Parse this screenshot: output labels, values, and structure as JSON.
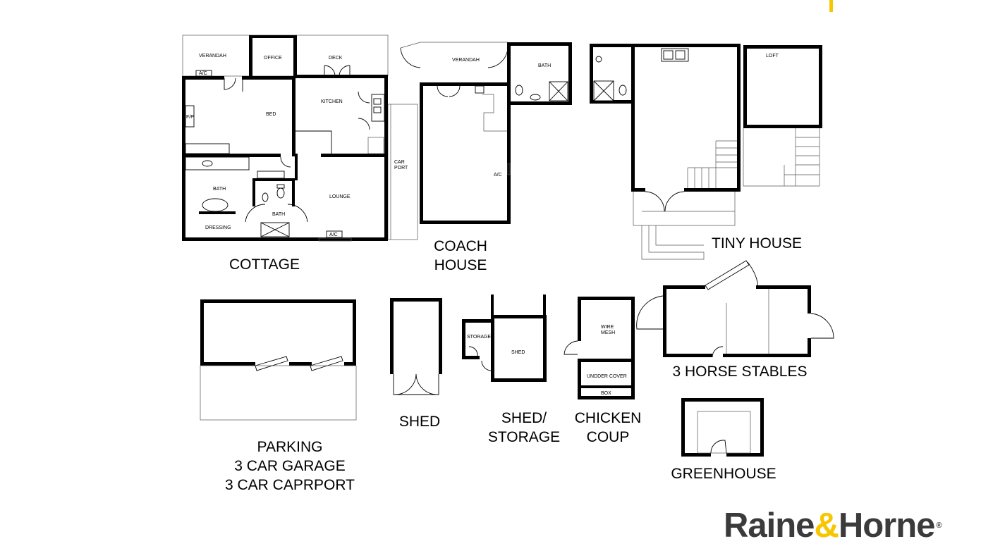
{
  "brand": {
    "name_part1": "Raine",
    "ampersand": "&",
    "name_part2": "Horne",
    "registered_mark": "®",
    "accent_color": "#f7c600",
    "text_color": "#3b3b3b"
  },
  "buildings": {
    "cottage": "COTTAGE",
    "coach_house": [
      "COACH",
      "HOUSE"
    ],
    "tiny_house": "TINY HOUSE",
    "parking": [
      "PARKING",
      "3 CAR GARAGE",
      "3 CAR CAPRPORT"
    ],
    "shed": "SHED",
    "shed_storage": [
      "SHED/",
      "STORAGE"
    ],
    "chicken_coup": [
      "CHICKEN",
      "COUP"
    ],
    "horse_stables": "3 HORSE STABLES",
    "greenhouse": "GREENHOUSE"
  },
  "rooms": {
    "cottage_verandah": "VERANDAH",
    "cottage_ac_top": "A/C",
    "office": "OFFICE",
    "deck": "DECK",
    "fireplace": "F/P",
    "bed": "BED",
    "kitchen": "KITCHEN",
    "carport": [
      "CAR",
      "PORT"
    ],
    "cottage_bath_main": "BATH",
    "cottage_bath_small": "BATH",
    "dressing": "DRESSING",
    "lounge": "LOUNGE",
    "cottage_ac_bottom": "A/C",
    "coach_verandah": "VERANDAH",
    "coach_bath": "BATH",
    "coach_ac": "A/C",
    "loft": "LOFT",
    "storage": "STORAGE",
    "shed_room": "SHED",
    "wire_mesh": [
      "WIRE",
      "MESH"
    ],
    "under_cover": "UNDDER COVER",
    "box": "BOX"
  }
}
